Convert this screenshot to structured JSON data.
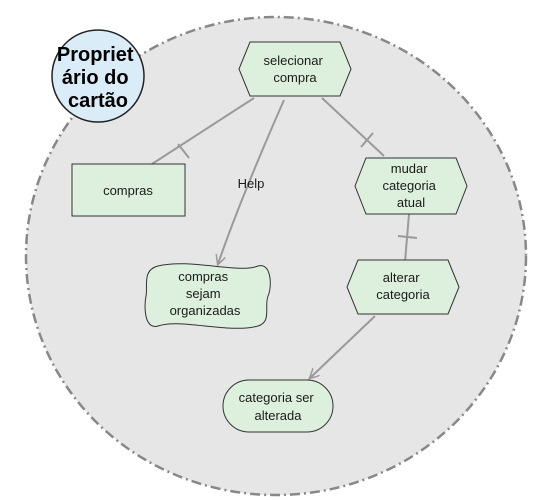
{
  "diagram": {
    "actor": {
      "lines": [
        "Propriet",
        "ário do",
        "cartão"
      ]
    },
    "nodes": {
      "selecionar_compra": [
        "selecionar",
        "compra"
      ],
      "compras": [
        "compras"
      ],
      "mudar_categoria_atual": [
        "mudar",
        "categoria",
        "atual"
      ],
      "compras_sejam_organizadas": [
        "compras",
        "sejam",
        "organizadas"
      ],
      "alterar_categoria": [
        "alterar",
        "categoria"
      ],
      "categoria_ser_alterada": [
        "categoria ser",
        "alterada"
      ]
    },
    "link_labels": {
      "help": "Help"
    }
  },
  "colors": {
    "boundary_fill": "#e6e6e6",
    "boundary_stroke": "#888888",
    "actor_fill": "#d9ecf7",
    "node_fill": "#ddf0dd",
    "node_stroke": "#333333",
    "link_stroke": "#9a9a9a"
  }
}
